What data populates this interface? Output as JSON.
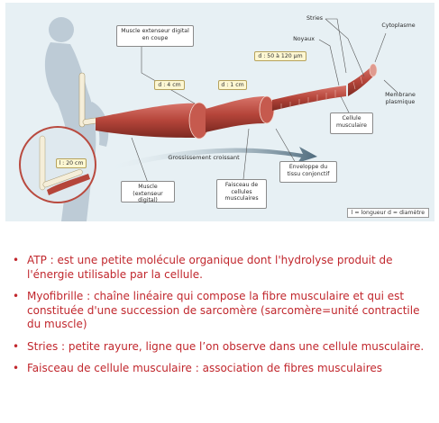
{
  "figure": {
    "labels": {
      "muscle_extenseur_coupe": "Muscle extenseur digital en coupe",
      "stries": "Stries",
      "cytoplasme": "Cytoplasme",
      "noyaux": "Noyaux",
      "diam_cell": "d : 50 à 120 µm",
      "membrane": "Membrane plasmique",
      "diam_muscle": "d : 4 cm",
      "diam_faisceau": "d : 1 cm",
      "cellule": "Cellule musculaire",
      "grossissement": "Grossissement croissant",
      "enveloppe": "Enveloppe du tissu conjonctif",
      "length": "l : 20 cm",
      "muscle": "Muscle (extenseur digital)",
      "faisceau": "Faisceau de cellules musculaires",
      "legend": "l = longueur   d = diamètre"
    }
  },
  "bullets": [
    "ATP : est une petite molécule organique dont l'hydrolyse produit de l'énergie utilisable par la cellule.",
    "Myofibrille : chaîne linéaire qui compose la fibre musculaire et qui est constituée d'une succession de sarcomère (sarcomère=unité contractile du muscle)",
    "Stries : petite rayure, ligne que l’on observe dans une cellule musculaire.",
    "Faisceau de cellule musculaire : association de fibres musculaires"
  ],
  "colors": {
    "bullet_text": "#c1272d",
    "figure_bg": "#e7f0f4",
    "muscle": "#b5453a"
  }
}
